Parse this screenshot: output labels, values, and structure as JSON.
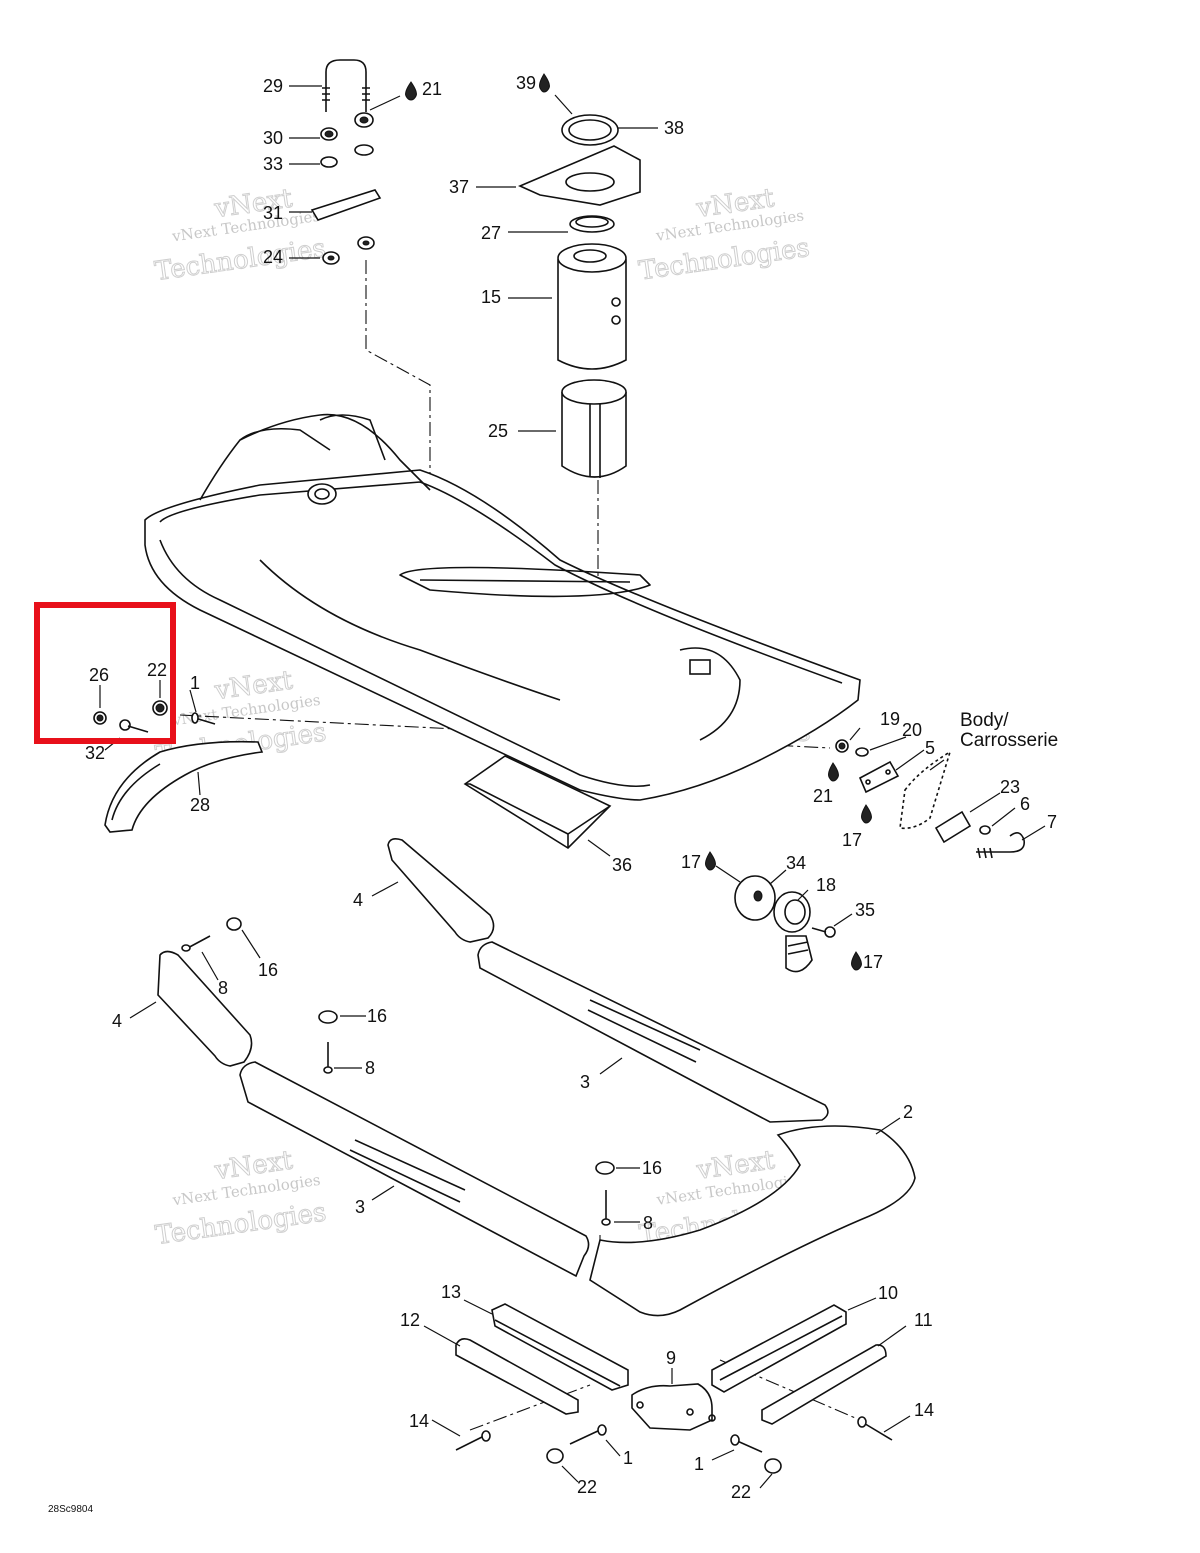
{
  "diagram": {
    "body_label_line1": "Body/",
    "body_label_line2": "Carrosserie",
    "reference_code": "28Sc9804",
    "watermark_line1": "vNext",
    "watermark_line2": "vNext Technologies",
    "watermark_line3": "Technologies",
    "callouts": [
      "29",
      "21",
      "30",
      "33",
      "31",
      "24",
      "39",
      "38",
      "37",
      "27",
      "15",
      "25",
      "26",
      "22",
      "1",
      "32",
      "28",
      "19",
      "20",
      "5",
      "21",
      "17",
      "23",
      "6",
      "7",
      "36",
      "17",
      "34",
      "18",
      "35",
      "17",
      "4",
      "8",
      "16",
      "4",
      "16",
      "8",
      "3",
      "2",
      "16",
      "8",
      "3",
      "13",
      "10",
      "12",
      "11",
      "9",
      "14",
      "14",
      "1",
      "1",
      "22",
      "22"
    ]
  },
  "highlight": {
    "color": "#e8101a",
    "label": ""
  }
}
